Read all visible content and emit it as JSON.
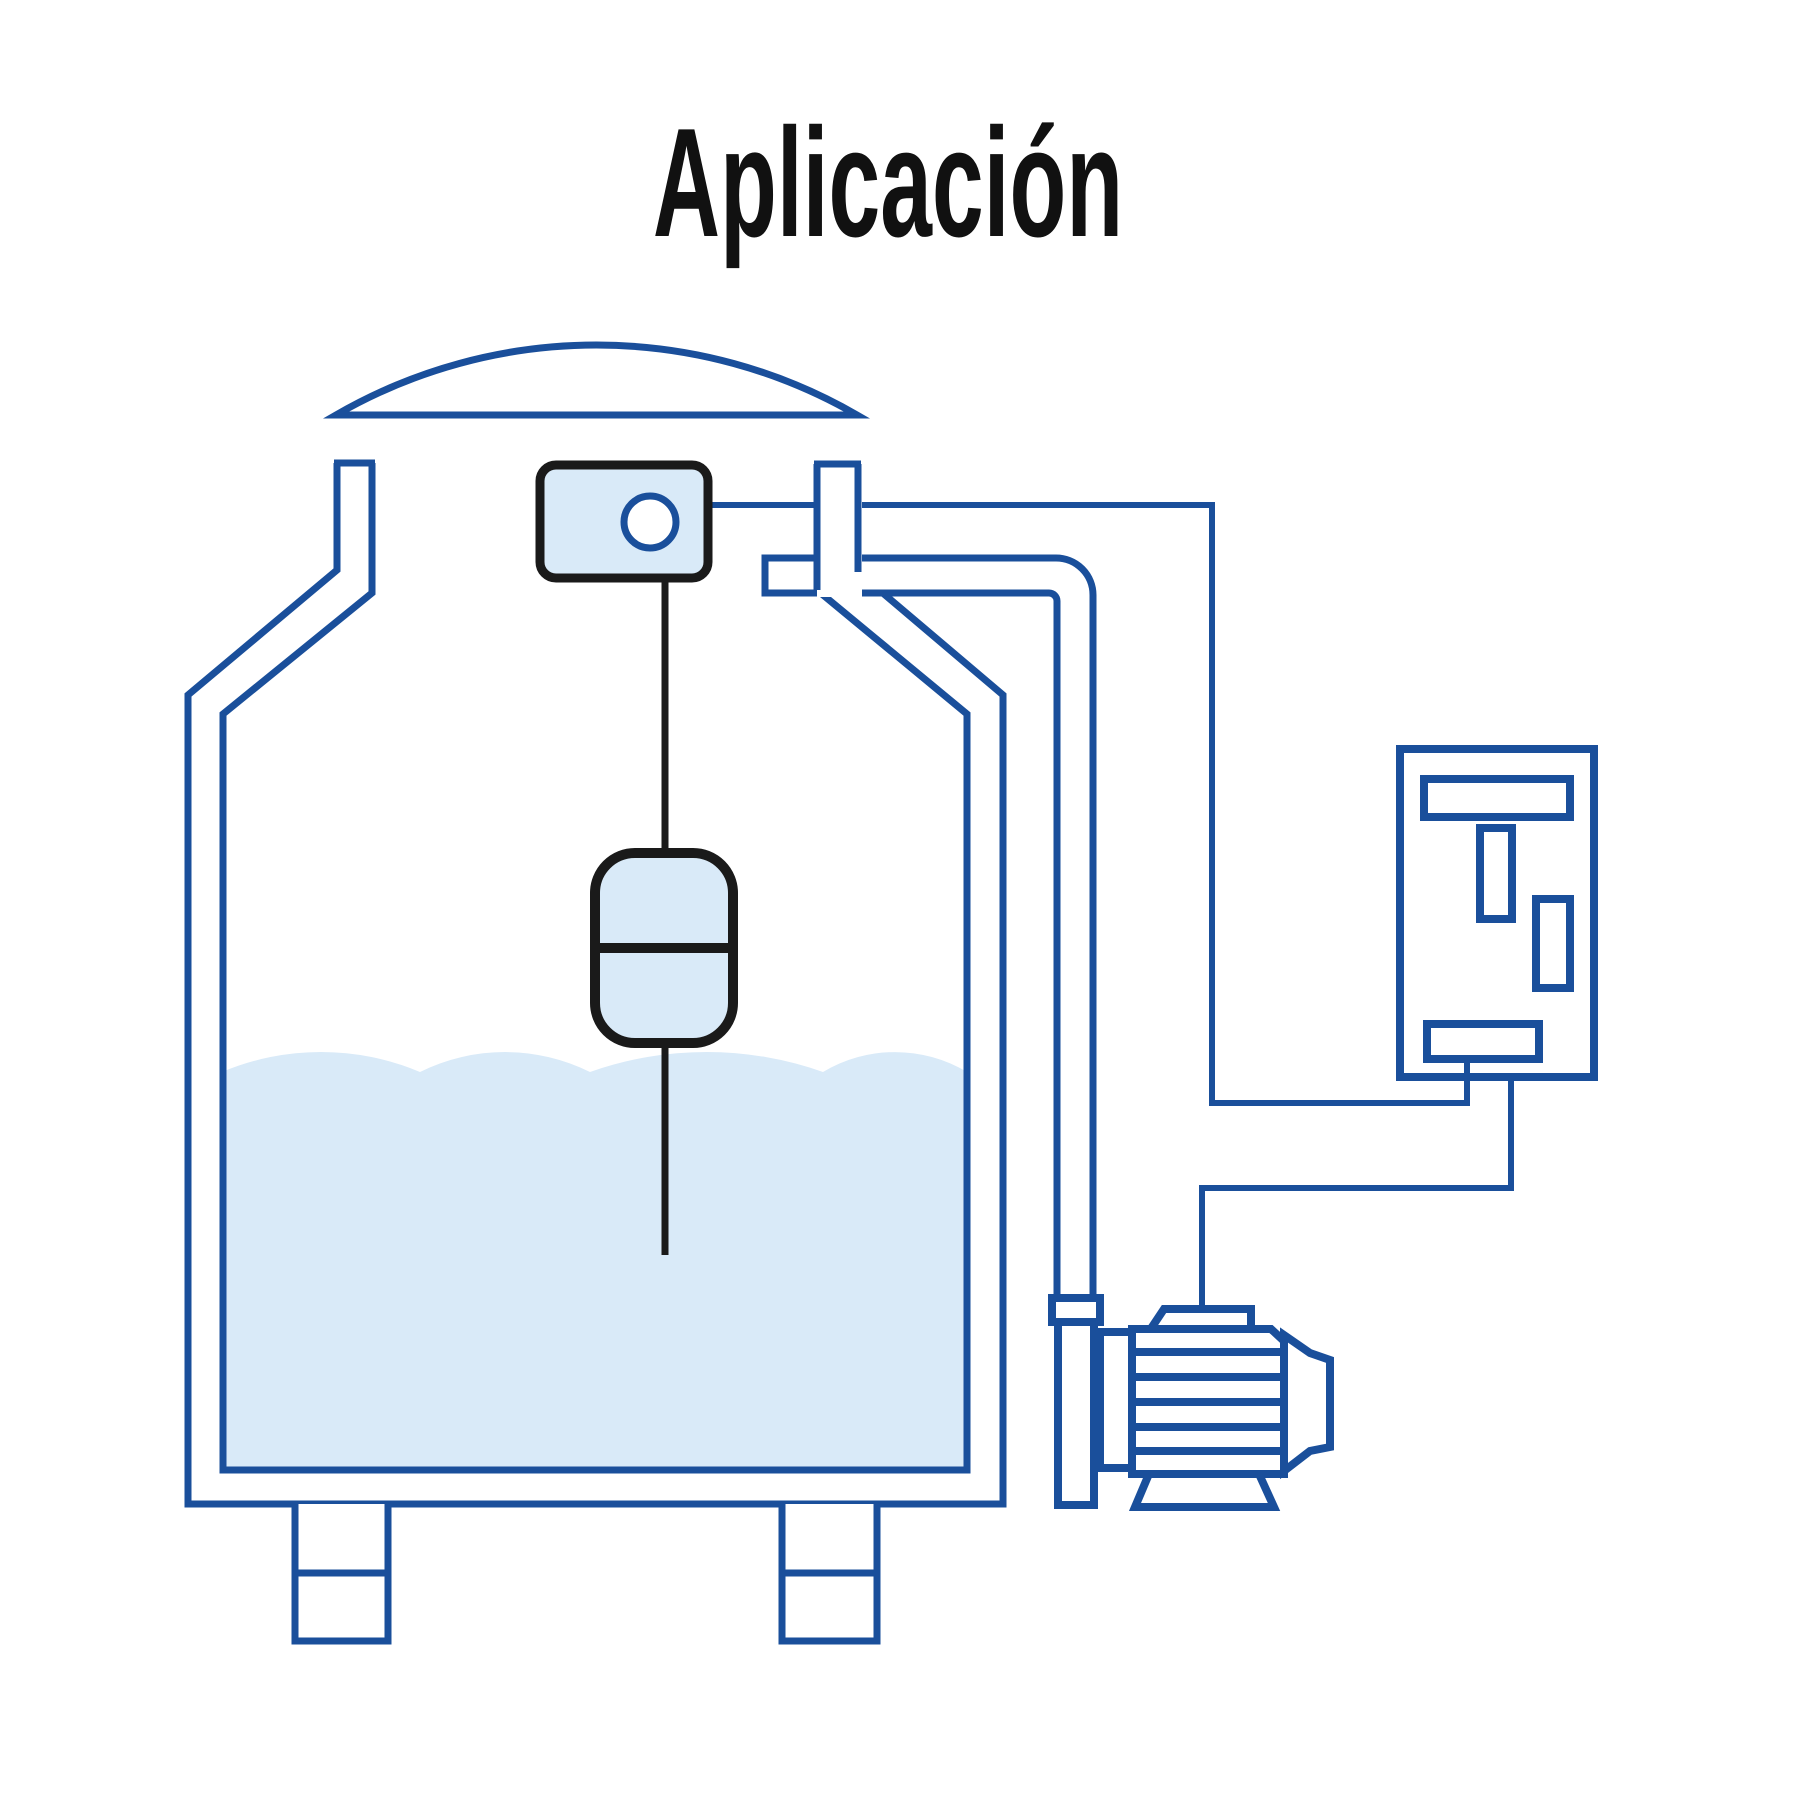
{
  "header": {
    "title": "Aplicación"
  },
  "colors": {
    "line_blue": "#1a4f9b",
    "outline_black": "#1a1a1a",
    "fill_light_blue": "#d9eaf8",
    "background": "#ffffff",
    "title_text": "#111111"
  },
  "diagram": {
    "description": "Application schematic of a float level switch installed in a water tank, wired to a control box that switches a pump feeding the tank fill pipe",
    "components": [
      "tank-lid-dome",
      "water-tank",
      "tank-water",
      "float-switch-head",
      "float-switch-cable",
      "float",
      "fill-pipe",
      "fill-pipe-outlet-stub",
      "control-box",
      "wire-switch-to-control-box",
      "wire-control-box-to-pump",
      "pump",
      "pump-terminal-box",
      "tank-leg-left",
      "tank-leg-right"
    ]
  }
}
